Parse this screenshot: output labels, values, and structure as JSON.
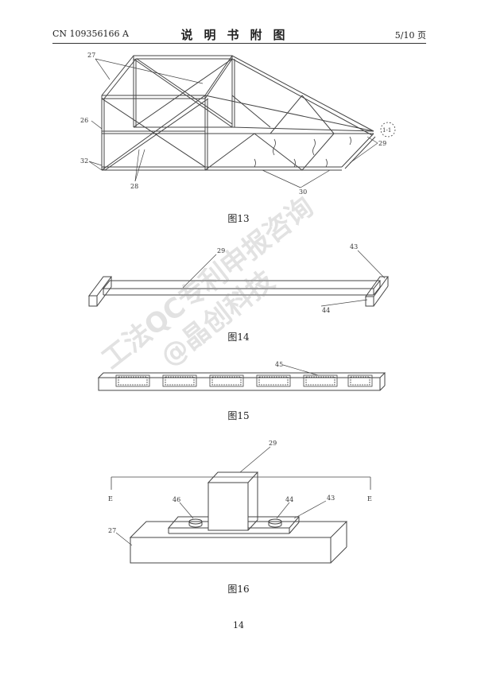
{
  "header": {
    "patent_no": "CN 109356166 A",
    "title": "说明书附图",
    "page": "5/10 页"
  },
  "figures": {
    "fig13": {
      "caption": "图13",
      "labels": {
        "l27": "27",
        "l26": "26",
        "l32": "32",
        "l28": "28",
        "l30": "30",
        "l29": "29",
        "l11": "1-1"
      }
    },
    "fig14": {
      "caption": "图14",
      "labels": {
        "l29": "29",
        "l43": "43",
        "l44": "44"
      }
    },
    "fig15": {
      "caption": "图15",
      "labels": {
        "l45": "45"
      }
    },
    "fig16": {
      "caption": "图16",
      "labels": {
        "l29": "29",
        "l46": "46",
        "l44": "44",
        "l43": "43",
        "l27": "27",
        "eL": "E",
        "eR": "E"
      }
    }
  },
  "watermark": {
    "line1": "工法QC专利申报咨询",
    "line2": "@晶创科技"
  },
  "page_number": "14"
}
